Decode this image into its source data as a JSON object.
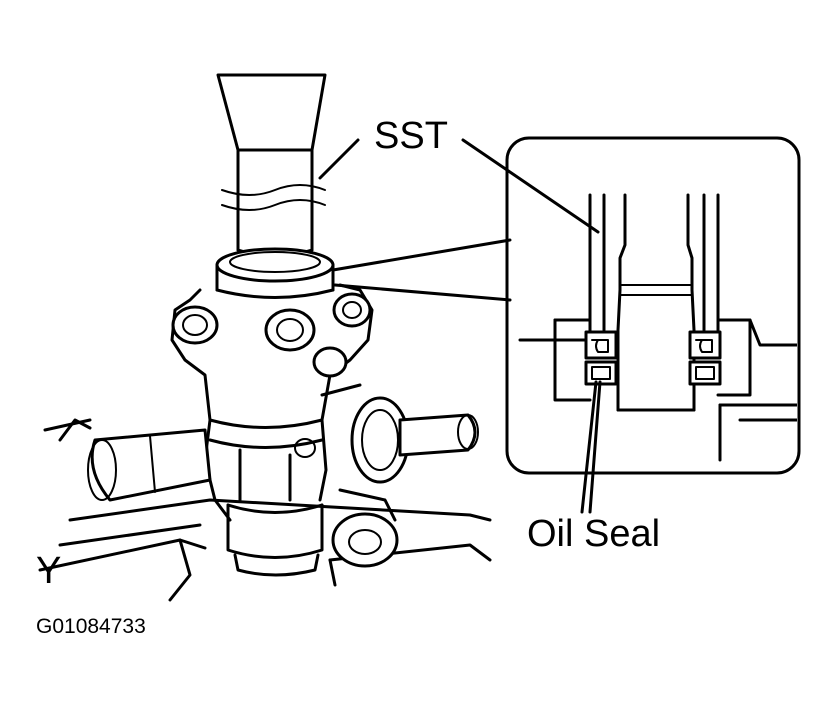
{
  "labels": {
    "sst": "SST",
    "oil_seal": "Oil Seal",
    "view": "Y",
    "figure_code": "G01084733"
  }
}
